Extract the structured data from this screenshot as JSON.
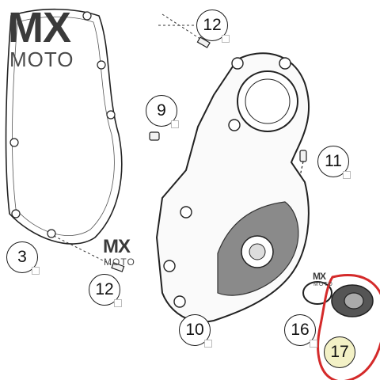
{
  "watermark": {
    "brand": "MX",
    "sub": "MOTO"
  },
  "callouts": [
    {
      "id": "12-top",
      "number": "12"
    },
    {
      "id": "9",
      "number": "9"
    },
    {
      "id": "11",
      "number": "11"
    },
    {
      "id": "3",
      "number": "3"
    },
    {
      "id": "12-bottom",
      "number": "12"
    },
    {
      "id": "10",
      "number": "10"
    },
    {
      "id": "16",
      "number": "16"
    },
    {
      "id": "17",
      "number": "17",
      "highlighted": true
    }
  ],
  "highlight_color": "#d42a2a",
  "accent_orange": "#e07a3c"
}
